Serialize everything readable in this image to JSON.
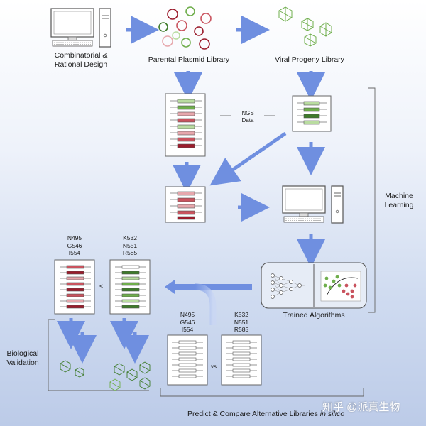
{
  "labels": {
    "design": "Combinatorial &\nRational Design",
    "parental": "Parental Plasmid Library",
    "viral": "Viral Progeny Library",
    "ngs": "NGS\nData",
    "machine_learning": "Machine\nLearning",
    "trained": "Trained Algorithms",
    "biological": "Biological\nValidation",
    "predict_prefix": "Predict & Compare Alternative Libraries ",
    "predict_italic": "in silico",
    "vs": "vs",
    "lt": "<"
  },
  "mutations": {
    "set_a": "N495\nG546\nI554",
    "set_b": "K532\nN551\nR585"
  },
  "watermark": "知乎 @派真生物",
  "icons": [
    "computer-icon",
    "plasmid-icon",
    "virus-icon",
    "neural-network-icon",
    "scatter-plot-icon"
  ],
  "colors": {
    "arrow": "#6f8fe0",
    "dark_red": "#9b1c2c",
    "red": "#c9535e",
    "pink": "#e6a7ac",
    "light_green": "#b9dca0",
    "green": "#6fae4c",
    "dark_green": "#3e7b2a"
  }
}
